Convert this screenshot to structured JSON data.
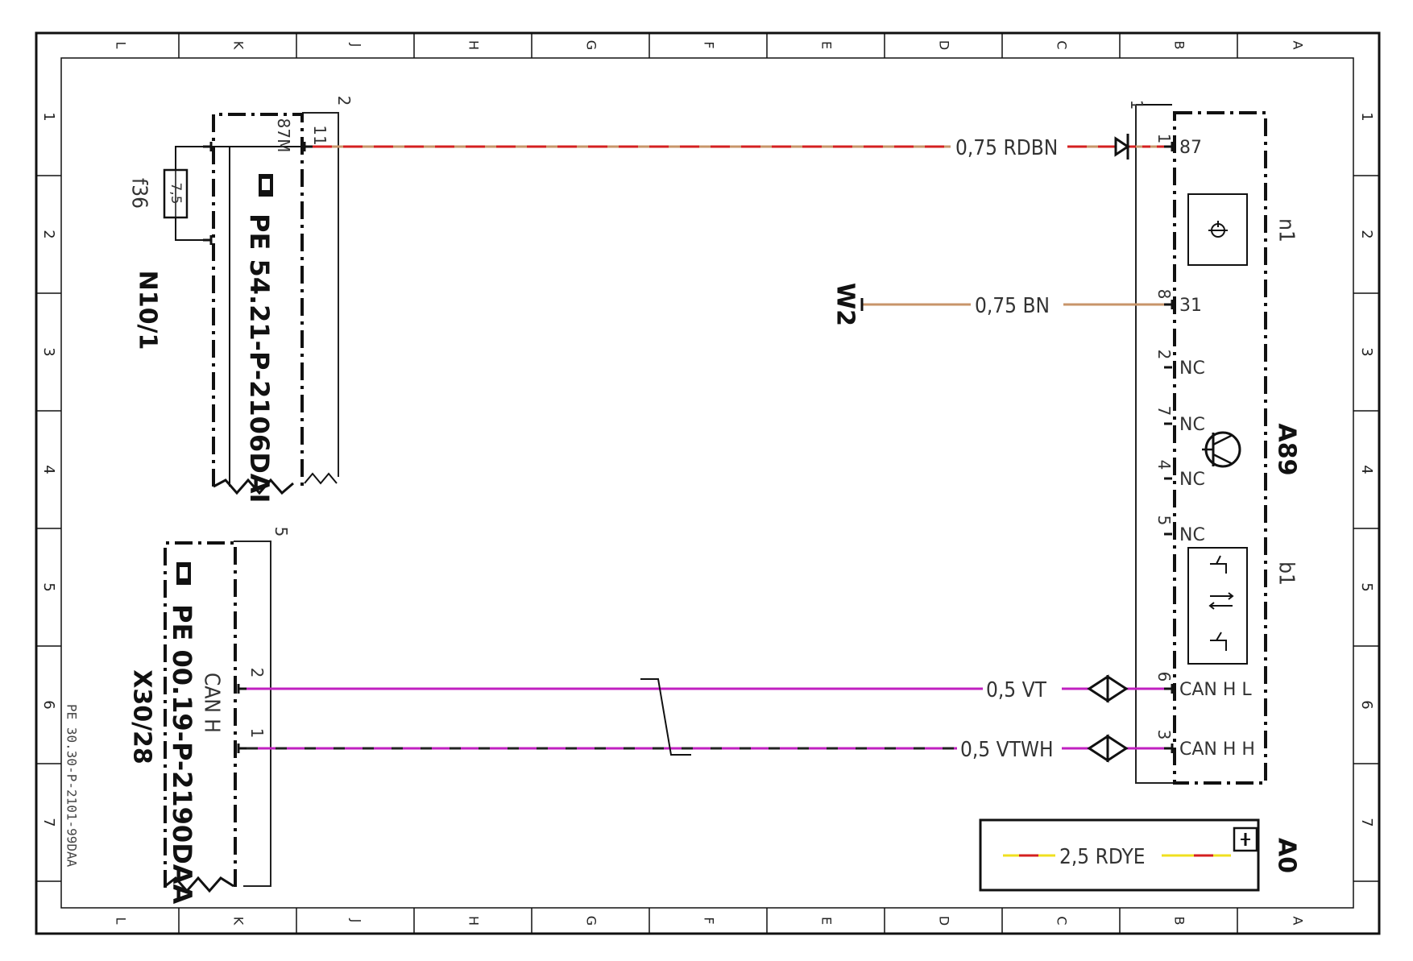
{
  "grid": {
    "columns": [
      "L",
      "K",
      "J",
      "H",
      "G",
      "F",
      "E",
      "D",
      "C",
      "B",
      "A"
    ],
    "rows": [
      "1",
      "2",
      "3",
      "4",
      "5",
      "6",
      "7"
    ]
  },
  "components": {
    "n10_1": {
      "ref": "N10/1",
      "doc": "PE 54.21-P-2106DAI",
      "connector_num": "2",
      "pin_11": "11",
      "pin_87m": "87M"
    },
    "fuse": {
      "ref": "f36",
      "value": "7,5"
    },
    "x30_28": {
      "ref": "X30/28",
      "doc": "PE 00.19-P-2190DAA",
      "connector_num": "5",
      "label": "CAN H",
      "pin_2": "2",
      "pin_1": "1"
    },
    "a89": {
      "ref": "A89",
      "connector_num": "1",
      "sub_n1": "n1",
      "sub_b1": "b1",
      "pins": [
        {
          "num": "1",
          "name": "87"
        },
        {
          "num": "8",
          "name": "31"
        },
        {
          "num": "2",
          "name": "NC"
        },
        {
          "num": "7",
          "name": "NC"
        },
        {
          "num": "4",
          "name": "NC"
        },
        {
          "num": "5",
          "name": "NC"
        },
        {
          "num": "6",
          "name": "CAN H L"
        },
        {
          "num": "3",
          "name": "CAN H H"
        }
      ]
    },
    "ground": {
      "ref": "W2"
    },
    "a0": {
      "ref": "A0",
      "wire": "2,5 RDYE"
    }
  },
  "wires": {
    "rdbn": {
      "label": "0,75 RDBN",
      "color1": "#d42020",
      "color2": "#c8956a"
    },
    "bn": {
      "label": "0,75 BN",
      "color1": "#c8956a"
    },
    "vt": {
      "label": "0,5 VT",
      "color1": "#c020c0"
    },
    "vtwh": {
      "label": "0,5 VTWH",
      "color1": "#c020c0",
      "color2": "#222222"
    },
    "rdye": {
      "color1": "#d42020",
      "color2": "#f0e020"
    }
  },
  "footer": {
    "doc_number": "PE 30.30-P-2101-99DAA"
  }
}
